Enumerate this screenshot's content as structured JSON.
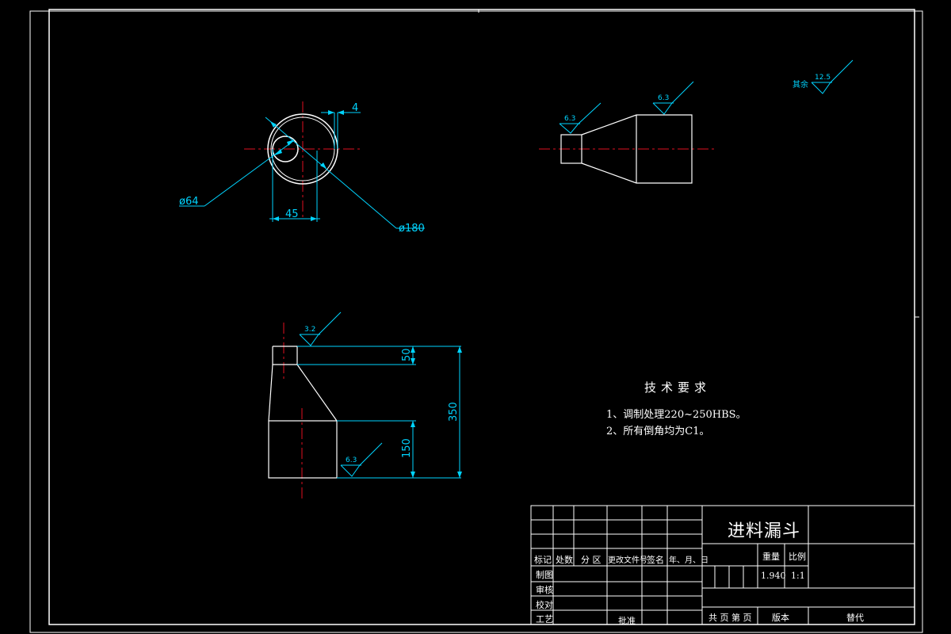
{
  "colors": {
    "background": "#000000",
    "object": "#ffffff",
    "dimension": "#00d4ff",
    "centerline": "#e01020"
  },
  "views": {
    "top": {
      "dim_wall": "4",
      "dim_small_dia": "ø64",
      "dim_offset": "45",
      "dim_large_dia": "ø180"
    },
    "side": {
      "roughness_left": "6.3",
      "roughness_right": "6.3"
    },
    "front": {
      "roughness_top": "3.2",
      "roughness_bottom": "6.3",
      "dim_top_height": "50",
      "dim_total_height": "350",
      "dim_bottom_height": "150"
    }
  },
  "general_roughness": {
    "label": "其余",
    "value": "12.5"
  },
  "requirements": {
    "title": "技术要求",
    "items": [
      "1、调制处理220~250HBS。",
      "2、所有倒角均为C1。"
    ]
  },
  "title_block": {
    "part_name": "进料漏斗",
    "weight_label": "重量",
    "scale_label": "比例",
    "weight_value": "1.940",
    "scale_value": "1:1",
    "headers": [
      "标记",
      "处数",
      "分 区",
      "更改文件号",
      "签名",
      "年、月、日"
    ],
    "roles": [
      "制图",
      "审核",
      "校对",
      "工艺"
    ],
    "approve_label": "批准",
    "sheet_label": "共 页 第 页",
    "version_label": "版本",
    "replace_label": "替代"
  }
}
